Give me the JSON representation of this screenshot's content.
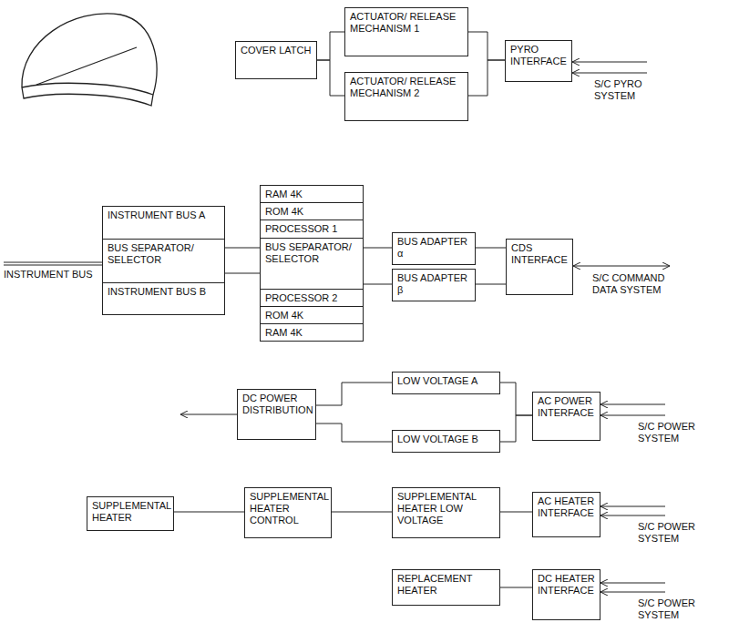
{
  "diagram": {
    "nodes": [
      {
        "text": [
          "COVER LATCH"
        ]
      },
      {
        "text": [
          "ACTUATOR/ RELEASE MECHANISM 1"
        ]
      },
      {
        "text": [
          "ACTUATOR/ RELEASE MECHANISM 2"
        ]
      },
      {
        "text": [
          "PYRO INTERFACE"
        ]
      },
      {
        "text": [
          "INSTRUMENT BUS A"
        ]
      },
      {
        "text": [
          "BUS SEPARATOR/ SELECTOR"
        ]
      },
      {
        "text": [
          "INSTRUMENT BUS B"
        ]
      },
      {
        "text": [
          "RAM 4K"
        ]
      },
      {
        "text": [
          "ROM 4K"
        ]
      },
      {
        "text": [
          "PROCESSOR 1"
        ]
      },
      {
        "text": [
          "BUS SEPARATOR/ SELECTOR"
        ]
      },
      {
        "text": [
          "PROCESSOR 2"
        ]
      },
      {
        "text": [
          "ROM 4K"
        ]
      },
      {
        "text": [
          "RAM 4K"
        ]
      },
      {
        "text": [
          "BUS ADAPTER α"
        ]
      },
      {
        "text": [
          "BUS ADAPTER β"
        ]
      },
      {
        "text": [
          "CDS INTERFACE"
        ]
      },
      {
        "text": [
          "DC POWER DISTRIBUTION"
        ]
      },
      {
        "text": [
          "LOW VOLTAGE A"
        ]
      },
      {
        "text": [
          "LOW VOLTAGE B"
        ]
      },
      {
        "text": [
          "AC POWER INTERFACE"
        ]
      },
      {
        "text": [
          "SUPPLEMENTAL HEATER"
        ]
      },
      {
        "text": [
          "SUPPLEMENTAL HEATER CONTROL"
        ]
      },
      {
        "text": [
          "SUPPLEMENTAL HEATER LOW VOLTAGE"
        ]
      },
      {
        "text": [
          "AC HEATER INTERFACE"
        ]
      },
      {
        "text": [
          "REPLACEMENT HEATER"
        ]
      },
      {
        "text": [
          "DC HEATER INTERFACE"
        ]
      }
    ],
    "edges": [
      {
        "from": 0,
        "to": 1,
        "arrow": "none"
      },
      {
        "from": 0,
        "to": 2,
        "arrow": "none"
      },
      {
        "from": 1,
        "to": 3,
        "arrow": "none"
      },
      {
        "from": 2,
        "to": 3,
        "arrow": "none"
      },
      {
        "from": 5,
        "to": 10,
        "arrow": "none"
      },
      {
        "from": 5,
        "to": 10,
        "arrow": "none"
      },
      {
        "from": 10,
        "to": 14,
        "arrow": "none"
      },
      {
        "from": 10,
        "to": 15,
        "arrow": "none"
      },
      {
        "from": 14,
        "to": 16,
        "arrow": "none"
      },
      {
        "from": 15,
        "to": 16,
        "arrow": "none"
      },
      {
        "from": 18,
        "to": 17,
        "arrow": "none"
      },
      {
        "from": 19,
        "to": 17,
        "arrow": "none"
      },
      {
        "from": 18,
        "to": 20,
        "arrow": "none"
      },
      {
        "from": 19,
        "to": 20,
        "arrow": "none"
      },
      {
        "from": 21,
        "to": 22,
        "arrow": "none"
      },
      {
        "from": 22,
        "to": 23,
        "arrow": "none"
      },
      {
        "from": 23,
        "to": 24,
        "arrow": "none"
      },
      {
        "from": 25,
        "to": 26,
        "arrow": "none"
      }
    ],
    "labels": [
      "S/C PYRO SYSTEM",
      "INSTRUMENT BUS",
      "S/C COMMAND DATA SYSTEM",
      "S/C POWER SYSTEM",
      "S/C POWER SYSTEM",
      "S/C POWER SYSTEM"
    ]
  }
}
